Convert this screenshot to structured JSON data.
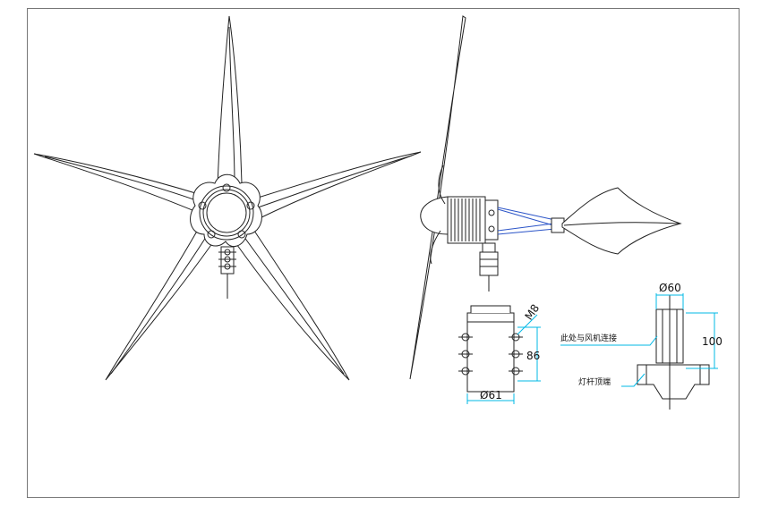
{
  "drawing": {
    "dimensions": {
      "m8": "M8",
      "height_86": "86",
      "dia_61": "Ø61",
      "dia_60": "Ø60",
      "length_100": "100"
    },
    "notes": {
      "fan_connection": "此处与风机连接",
      "pole_top": "灯杆顶端"
    }
  }
}
